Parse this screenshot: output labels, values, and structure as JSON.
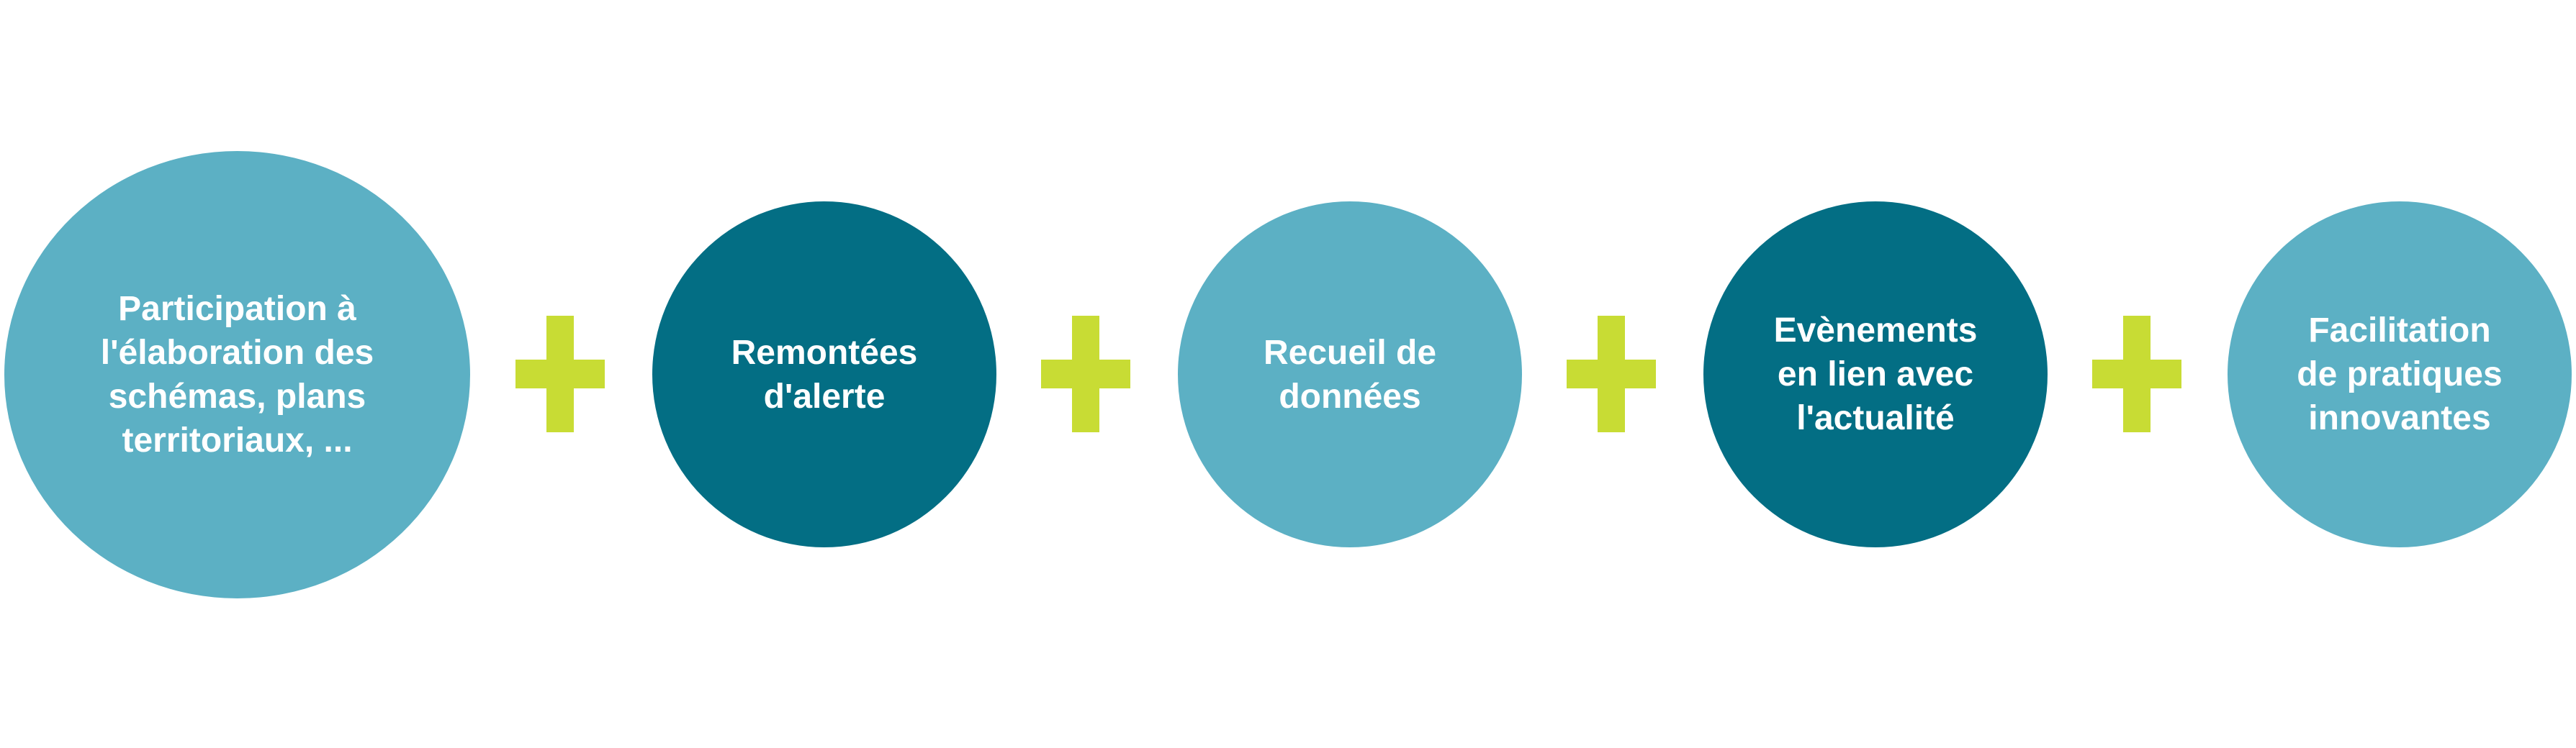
{
  "colors": {
    "light_teal": "#5cb0c4",
    "dark_teal": "#036e84",
    "plus_green": "#c8dc34"
  },
  "nodes": [
    {
      "label": "Participation à\nl'élaboration des\nschémas, plans\nterritoriaux, ...",
      "color": "#5cb0c4"
    },
    {
      "label": "Remontées\nd'alerte",
      "color": "#036e84"
    },
    {
      "label": "Recueil de\ndonnées",
      "color": "#5cb0c4"
    },
    {
      "label": "Evènements\nen lien avec\nl'actualité",
      "color": "#036e84"
    },
    {
      "label": "Facilitation\nde pratiques\ninnovantes",
      "color": "#5cb0c4"
    }
  ],
  "connectors": [
    {
      "icon": "plus-icon"
    },
    {
      "icon": "plus-icon"
    },
    {
      "icon": "plus-icon"
    },
    {
      "icon": "plus-icon"
    }
  ]
}
